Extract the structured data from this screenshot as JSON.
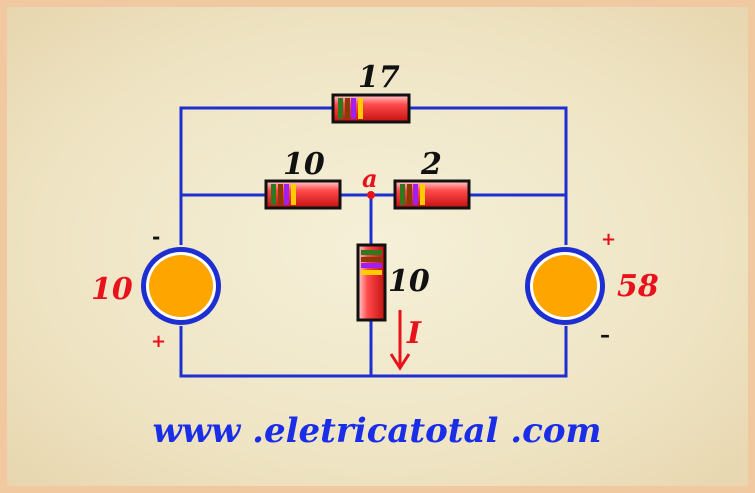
{
  "circuit": {
    "resistor_top": "17",
    "resistor_mid_left": "10",
    "resistor_mid_right": "2",
    "resistor_center": "10",
    "node_label": "a",
    "source_left_value": "10",
    "source_left_top_sign": "-",
    "source_left_bottom_sign": "+",
    "source_right_value": "58",
    "source_right_top_sign": "+",
    "source_right_bottom_sign": "–",
    "current_label": "I"
  },
  "footer": {
    "website": "www .eletricatotal .com"
  },
  "colors": {
    "wire": "#1d2fd0",
    "resistor_body": "#e82a2a",
    "source_fill": "#ffa500",
    "source_ring": "#1d2fd0",
    "label_red": "#e8121c",
    "website": "#1a2ee8"
  }
}
